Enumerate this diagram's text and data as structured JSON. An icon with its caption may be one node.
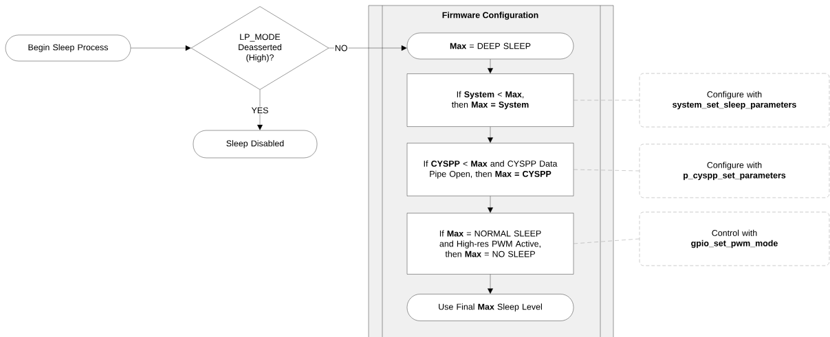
{
  "diagram": {
    "nodes": [
      {
        "text": [
          "Begin Sleep Process"
        ]
      },
      {
        "text": [
          "LP_MODE Deasserted (High)?"
        ]
      },
      {
        "text": [
          "Sleep Disabled"
        ]
      },
      {
        "text": [
          "Firmware Configuration"
        ]
      },
      {
        "text": [
          "**Max** = DEEP SLEEP"
        ],
        "in": 3
      },
      {
        "text": [
          "If **System** < **Max**, then **Max = System**"
        ],
        "in": 3
      },
      {
        "text": [
          "If **CYSPP** < **Max** and CYSPP Data Pipe Open, then **Max = CYSPP**"
        ],
        "in": 3
      },
      {
        "text": [
          "If **Max** = NORMAL SLEEP and High-res PWM Active, then **Max** = NO SLEEP"
        ],
        "in": 3
      },
      {
        "text": [
          "Use Final **Max** Sleep Level"
        ],
        "in": 3
      },
      {
        "text": [
          "Configure with",
          "system_set_sleep_parameters"
        ]
      },
      {
        "text": [
          "Configure with",
          "p_cyspp_set_parameters"
        ]
      },
      {
        "text": [
          "Control with",
          "gpio_set_pwm_mode"
        ]
      }
    ],
    "edges": [
      {
        "from": 0,
        "to": 1,
        "arrow": "to"
      },
      {
        "from": 1,
        "to": 4,
        "arrow": "to",
        "label": "NO"
      },
      {
        "from": 1,
        "to": 2,
        "arrow": "to",
        "label": "YES"
      },
      {
        "from": 4,
        "to": 5,
        "arrow": "to"
      },
      {
        "from": 5,
        "to": 6,
        "arrow": "to"
      },
      {
        "from": 6,
        "to": 7,
        "arrow": "to"
      },
      {
        "from": 7,
        "to": 8,
        "arrow": "to"
      },
      {
        "from": 5,
        "to": 9,
        "arrow": "none",
        "style": "dashed",
        "color": "#808080"
      },
      {
        "from": 6,
        "to": 10,
        "arrow": "none",
        "style": "dashed",
        "color": "#808080"
      },
      {
        "from": 7,
        "to": 11,
        "arrow": "none",
        "style": "dashed",
        "color": "#808080"
      }
    ]
  }
}
